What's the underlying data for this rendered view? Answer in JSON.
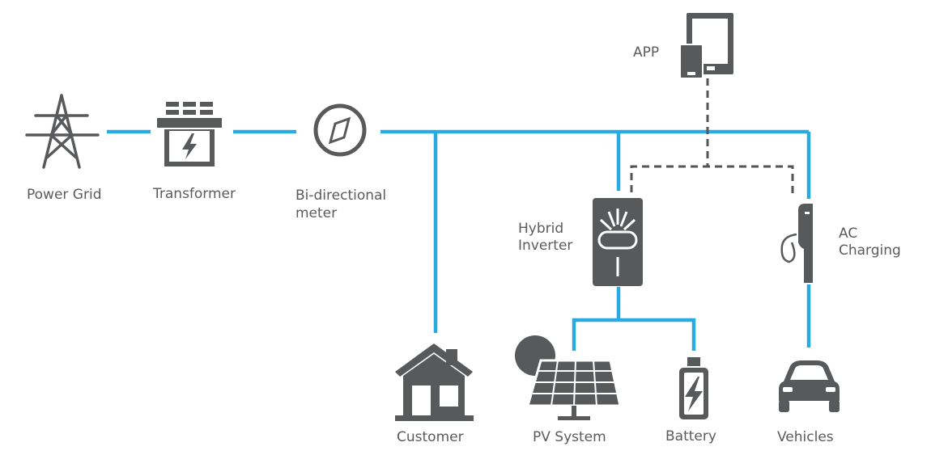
{
  "labels": {
    "power_grid": "Power Grid",
    "transformer": "Transformer",
    "meter_line1": "Bi-directional",
    "meter_line2": "meter",
    "app": "APP",
    "inverter_line1": "Hybrid",
    "inverter_line2": "Inverter",
    "ac_line1": "AC",
    "ac_line2": "Charging",
    "customer": "Customer",
    "pv_system": "PV System",
    "battery": "Battery",
    "vehicles": "Vehicles"
  },
  "colors": {
    "power_line": "#29abe2",
    "comm_line": "#555555",
    "icon": "#58595b",
    "text": "#595b5e"
  },
  "icons": [
    "transmission-tower-icon",
    "transformer-icon",
    "meter-icon",
    "tablet-phone-icon",
    "inverter-icon",
    "ev-charger-icon",
    "house-icon",
    "solar-panel-icon",
    "battery-icon",
    "car-icon"
  ]
}
